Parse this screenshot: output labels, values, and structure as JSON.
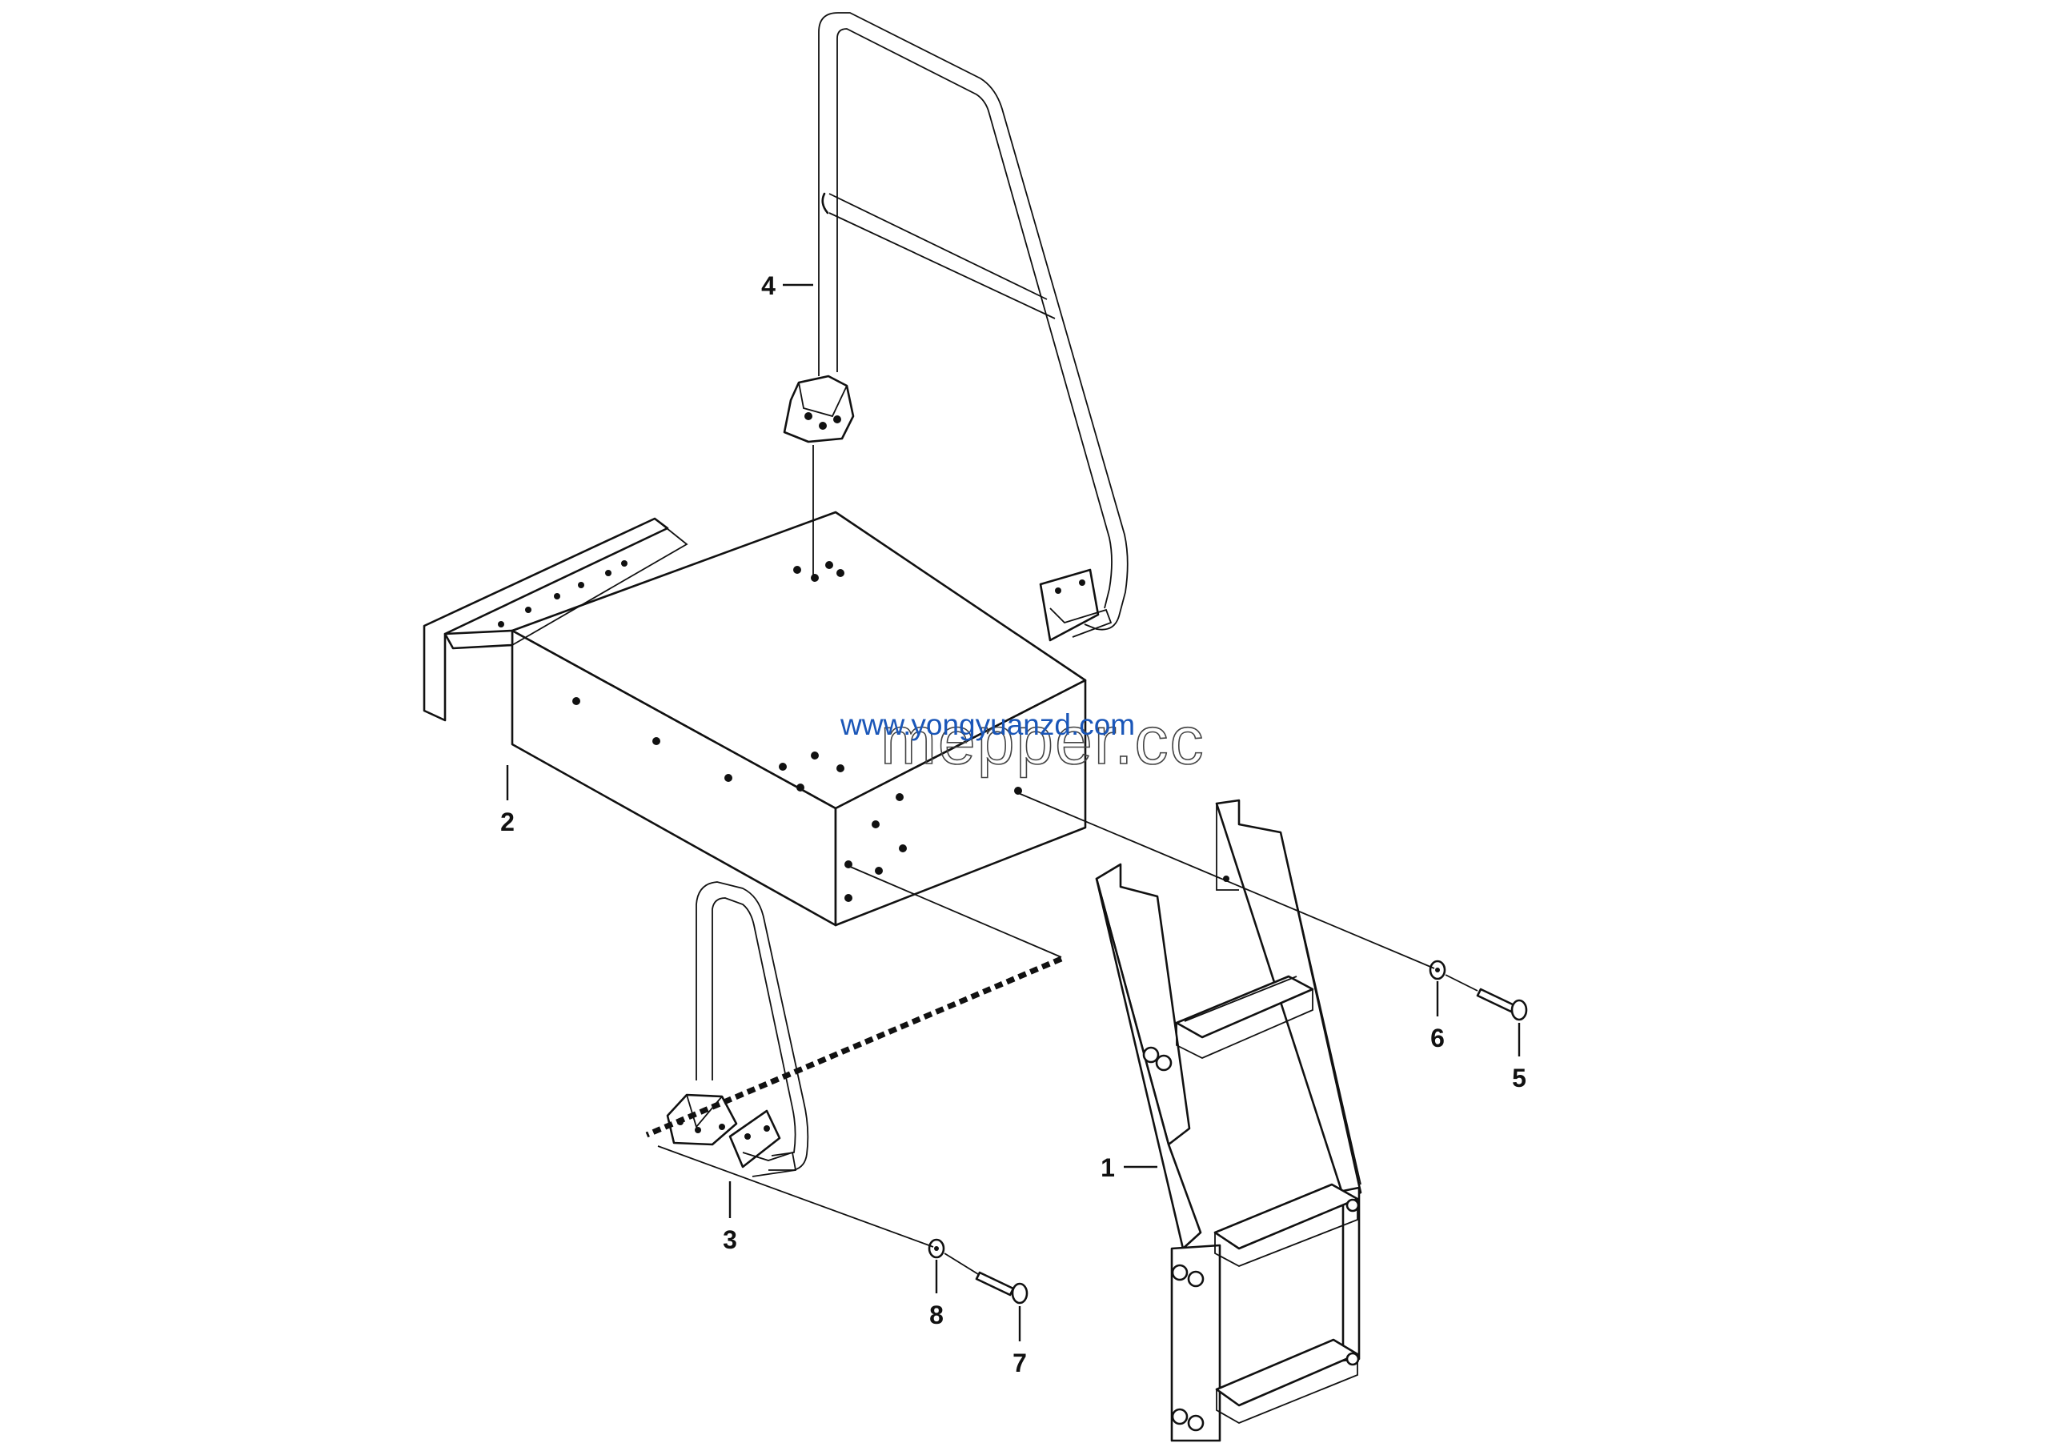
{
  "callouts": [
    {
      "id": "c1",
      "label": "1"
    },
    {
      "id": "c2",
      "label": "2"
    },
    {
      "id": "c3",
      "label": "3"
    },
    {
      "id": "c4",
      "label": "4"
    },
    {
      "id": "c5",
      "label": "5"
    },
    {
      "id": "c6",
      "label": "6"
    },
    {
      "id": "c7",
      "label": "7"
    },
    {
      "id": "c8",
      "label": "8"
    }
  ],
  "watermark": {
    "url": "www.yongyuanzd.com",
    "brand": "mepper.cc"
  }
}
